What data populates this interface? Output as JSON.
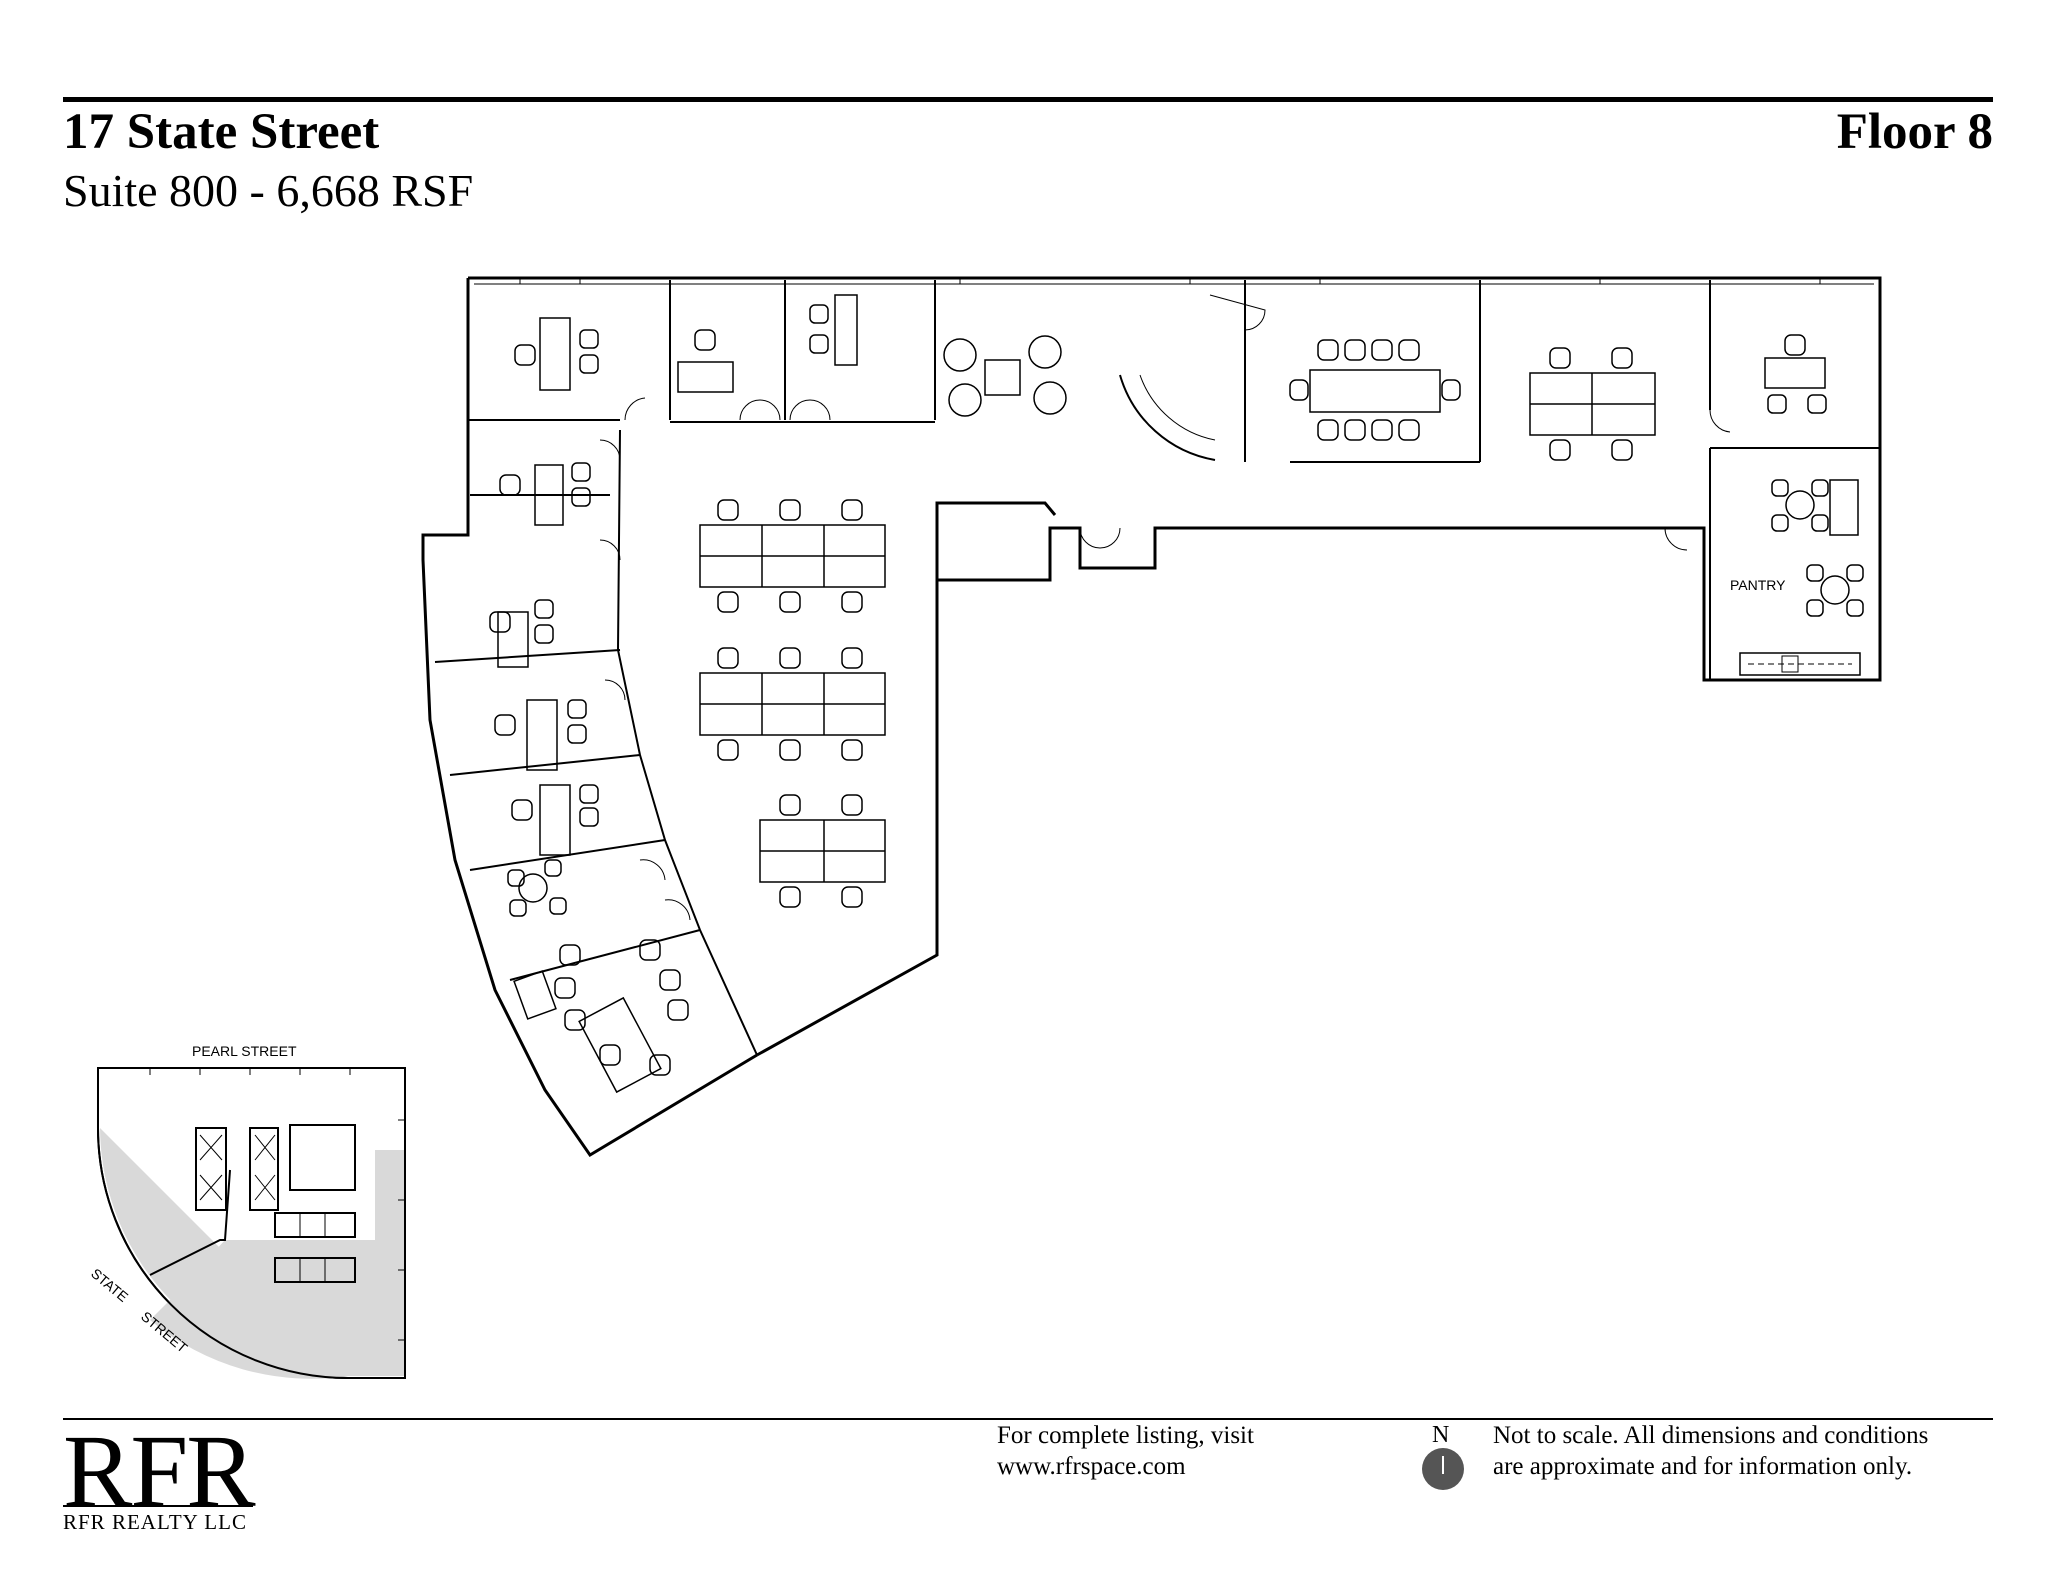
{
  "header": {
    "title": "17 State Street",
    "subtitle": "Suite 800 - 6,668 RSF",
    "floor": "Floor 8"
  },
  "plan": {
    "room_labels": [
      "PANTRY"
    ]
  },
  "keyplan": {
    "street_north": "PEARL   STREET",
    "street_southwest_1": "STATE",
    "street_southwest_2": "STREET"
  },
  "footer": {
    "logo": "RFR",
    "company": "RFR REALTY LLC",
    "listing_line1": "For complete listing, visit",
    "listing_line2": "www.rfrspace.com",
    "compass_label": "N",
    "disclaimer_line1": "Not to scale. All dimensions and conditions",
    "disclaimer_line2": "are approximate and for information only."
  }
}
